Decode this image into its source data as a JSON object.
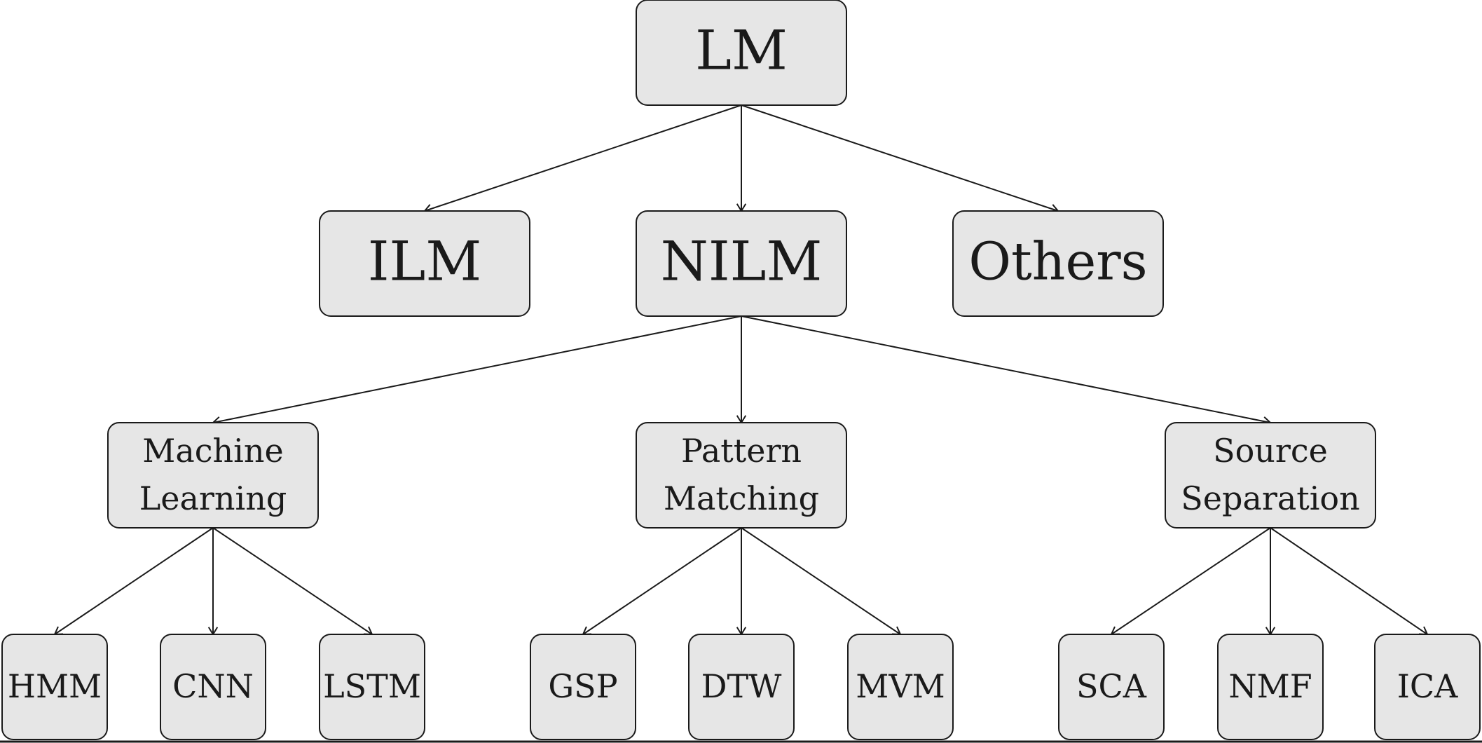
{
  "diagram": {
    "nodes": [
      {
        "id": "lm",
        "lines": [
          "LM"
        ]
      },
      {
        "id": "ilm",
        "lines": [
          "ILM"
        ]
      },
      {
        "id": "nilm",
        "lines": [
          "NILM"
        ]
      },
      {
        "id": "others",
        "lines": [
          "Others"
        ]
      },
      {
        "id": "ml",
        "lines": [
          "Machine",
          "Learning"
        ]
      },
      {
        "id": "pm",
        "lines": [
          "Pattern",
          "Matching"
        ]
      },
      {
        "id": "ss",
        "lines": [
          "Source",
          "Separation"
        ]
      },
      {
        "id": "hmm",
        "lines": [
          "HMM"
        ]
      },
      {
        "id": "cnn",
        "lines": [
          "CNN"
        ]
      },
      {
        "id": "lstm",
        "lines": [
          "LSTM"
        ]
      },
      {
        "id": "gsp",
        "lines": [
          "GSP"
        ]
      },
      {
        "id": "dtw",
        "lines": [
          "DTW"
        ]
      },
      {
        "id": "mvm",
        "lines": [
          "MVM"
        ]
      },
      {
        "id": "sca",
        "lines": [
          "SCA"
        ]
      },
      {
        "id": "nmf",
        "lines": [
          "NMF"
        ]
      },
      {
        "id": "ica",
        "lines": [
          "ICA"
        ]
      }
    ],
    "edges": [
      [
        "lm",
        "ilm"
      ],
      [
        "lm",
        "nilm"
      ],
      [
        "lm",
        "others"
      ],
      [
        "nilm",
        "ml"
      ],
      [
        "nilm",
        "pm"
      ],
      [
        "nilm",
        "ss"
      ],
      [
        "ml",
        "hmm"
      ],
      [
        "ml",
        "cnn"
      ],
      [
        "ml",
        "lstm"
      ],
      [
        "pm",
        "gsp"
      ],
      [
        "pm",
        "dtw"
      ],
      [
        "pm",
        "mvm"
      ],
      [
        "ss",
        "sca"
      ],
      [
        "ss",
        "nmf"
      ],
      [
        "ss",
        "ica"
      ]
    ]
  }
}
